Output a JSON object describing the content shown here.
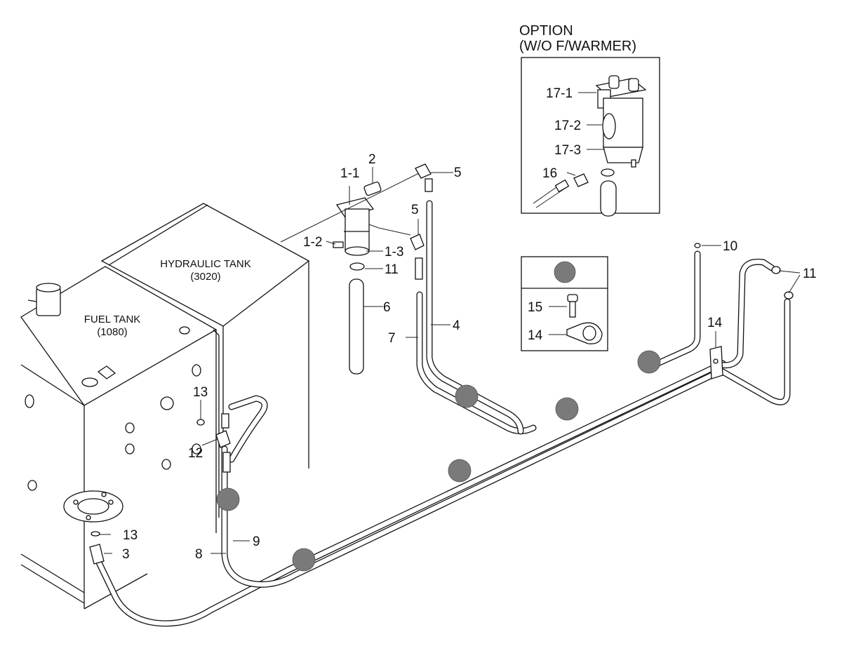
{
  "tanks": {
    "hydraulic": {
      "name": "HYDRAULIC TANK",
      "code": "(3020)"
    },
    "fuel": {
      "name": "FUEL TANK",
      "code": "(1080)"
    }
  },
  "option": {
    "line1": "OPTION",
    "line2": "(W/O F/WARMER)"
  },
  "callouts": {
    "c1_1": "1-1",
    "c1_2": "1-2",
    "c1_3": "1-3",
    "c2": "2",
    "c3": "3",
    "c4": "4",
    "c5a": "5",
    "c5b": "5",
    "c6": "6",
    "c7": "7",
    "c8": "8",
    "c9": "9",
    "c10": "10",
    "c11a": "11",
    "c11b": "11",
    "c12": "12",
    "c13a": "13",
    "c13b": "13",
    "c14a": "14",
    "c14b": "14",
    "c15": "15",
    "c16": "16",
    "c17_1": "17-1",
    "c17_2": "17-2",
    "c17_3": "17-3"
  },
  "colors": {
    "line": "#111111",
    "clamp_marker": "#7a7a7a"
  }
}
